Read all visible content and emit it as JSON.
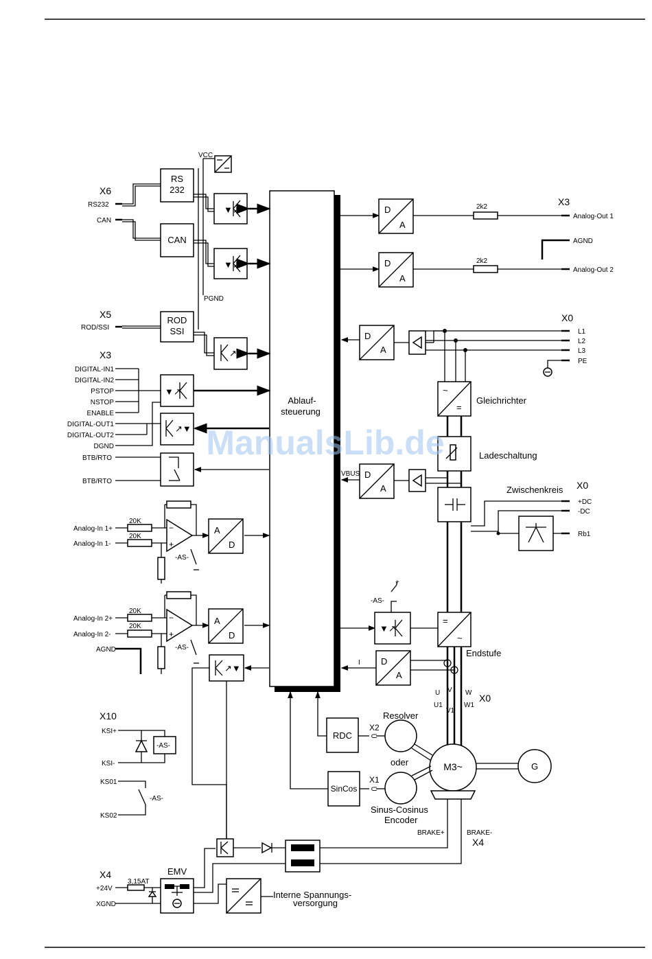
{
  "connectors": {
    "x6": "X6",
    "x5": "X5",
    "x3_left": "X3",
    "x3_right": "X3",
    "x0_mains": "X0",
    "x0_dc": "X0",
    "x0_motor": "X0",
    "x10": "X10",
    "x4_left": "X4",
    "x4_brake": "X4",
    "x1": "X1",
    "x2": "X2"
  },
  "left_signals": {
    "rs232": "RS232",
    "can": "CAN",
    "rod_ssi": "ROD/SSI",
    "digital_in1": "DIGITAL-IN1",
    "digital_in2": "DIGITAL-IN2",
    "pstop": "PSTOP",
    "nstop": "NSTOP",
    "enable": "ENABLE",
    "digital_out1": "DIGITAL-OUT1",
    "digital_out2": "DIGITAL-OUT2",
    "dgnd": "DGND",
    "btb_rto_1": "BTB/RTO",
    "btb_rto_2": "BTB/RTO",
    "analog_in1p": "Analog-In 1+",
    "analog_in1m": "Analog-In 1-",
    "analog_in2p": "Analog-In 2+",
    "analog_in2m": "Analog-In 2-",
    "agnd_left": "AGND",
    "ksi_p": "KSI+",
    "ksi_m": "KSI-",
    "ks01": "KS01",
    "ks02": "KS02",
    "p24v": "+24V",
    "xgnd": "XGND"
  },
  "right_signals": {
    "analog_out1": "Analog-Out 1",
    "agnd": "AGND",
    "analog_out2": "Analog-Out 2",
    "l1": "L1",
    "l2": "L2",
    "l3": "L3",
    "pe": "PE",
    "dc_plus": "+DC",
    "dc_minus": "-DC",
    "rb1": "Rb1"
  },
  "blocks": {
    "rs232_line1": "RS",
    "rs232_line2": "232",
    "can": "CAN",
    "rod_line1": "ROD",
    "rod_line2": "SSI",
    "ablauf_line1": "Ablauf-",
    "ablauf_line2": "steuerung",
    "rdc": "RDC",
    "sincos": "SinCos",
    "motor": "M3~",
    "generator": "G",
    "emv": "EMV",
    "d": "D",
    "a": "A"
  },
  "labels": {
    "vcc": "VCC",
    "pgnd": "PGND",
    "r2k2_1": "2k2",
    "r2k2_2": "2k2",
    "gleichrichter": "Gleichrichter",
    "ladeschaltung": "Ladeschaltung",
    "zwischenkreis": "Zwischenkreis",
    "vbus": "VBUS",
    "endstufe": "Endstufe",
    "r20k_1": "20K",
    "r20k_2": "20K",
    "r20k_3": "20K",
    "r20k_4": "20K",
    "as": "-AS-",
    "i_label": "I",
    "resolver": "Resolver",
    "oder": "oder",
    "sinus_cosinus": "Sinus-Cosinus",
    "encoder": "Encoder",
    "brake_plus": "BRAKE+",
    "brake_minus": "BRAKE-",
    "fuse": "3,15AT",
    "interne": "Interne Spannungs-",
    "versorgung": "versorgung",
    "u": "U",
    "v": "V",
    "w": "W",
    "u1": "U1",
    "v1": "V1",
    "w1": "W1",
    "plus": "+"
  },
  "watermark": "ManualsLib.de"
}
